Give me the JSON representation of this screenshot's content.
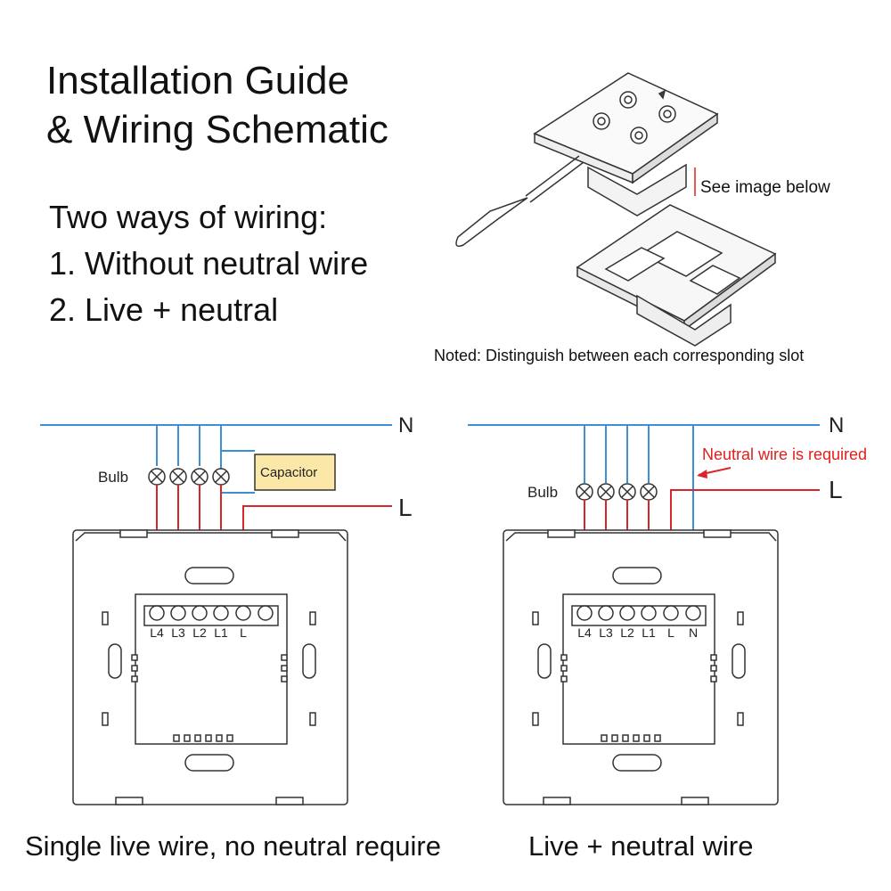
{
  "header": {
    "title_line1": "Installation Guide",
    "title_line2": "& Wiring Schematic"
  },
  "intro": {
    "heading": "Two ways of wiring:",
    "way1": "1. Without neutral wire",
    "way2": "2. Live + neutral"
  },
  "product": {
    "see_below": "See image below",
    "note": "Noted: Distinguish between each corresponding slot"
  },
  "left_diagram": {
    "n_label": "N",
    "l_label": "L",
    "bulb_label": "Bulb",
    "capacitor_label": "Capacitor",
    "terminals": [
      "L4",
      "L3",
      "L2",
      "L1",
      "L"
    ],
    "caption": "Single live wire, no neutral require"
  },
  "right_diagram": {
    "n_label": "N",
    "l_label": "L",
    "bulb_label": "Bulb",
    "neutral_note": "Neutral wire is required",
    "terminals": [
      "L4",
      "L3",
      "L2",
      "L1",
      "L",
      "N"
    ],
    "caption": "Live + neutral wire"
  },
  "colors": {
    "neutral_wire": "#3b8fd9",
    "live_wire": "#d9262b",
    "capacitor_fill": "#fbe8a8",
    "note_red": "#e0201c"
  }
}
